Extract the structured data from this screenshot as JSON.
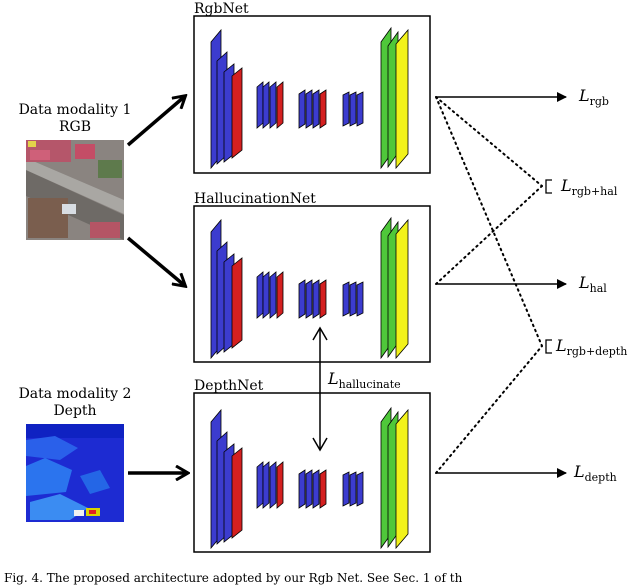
{
  "networks": [
    {
      "name": "RgbNet"
    },
    {
      "name": "HallucinationNet"
    },
    {
      "name": "DepthNet"
    }
  ],
  "inputs": {
    "modality1": {
      "line1": "Data modality 1",
      "line2": "RGB"
    },
    "modality2": {
      "line1": "Data modality 2",
      "line2": "Depth"
    }
  },
  "losses": {
    "rgb": {
      "main": "L",
      "sub": "rgb"
    },
    "rgb_hal": {
      "main": "L",
      "sub": "rgb+hal"
    },
    "hal": {
      "main": "L",
      "sub": "hal"
    },
    "rgb_depth": {
      "main": "L",
      "sub": "rgb+depth"
    },
    "depth": {
      "main": "L",
      "sub": "depth"
    },
    "hallucinate": {
      "main": "L",
      "sub": "hallucinate"
    }
  },
  "colors": {
    "conv_blue": "#3c3ccf",
    "conv_red": "#d42020",
    "fc_green": "#4fc83a",
    "fc_yellow": "#f2f21a",
    "stroke": "#000000"
  },
  "caption": "Fig. 4.  The proposed architecture adopted by our Rgb Net. See Sec. 1 of th"
}
